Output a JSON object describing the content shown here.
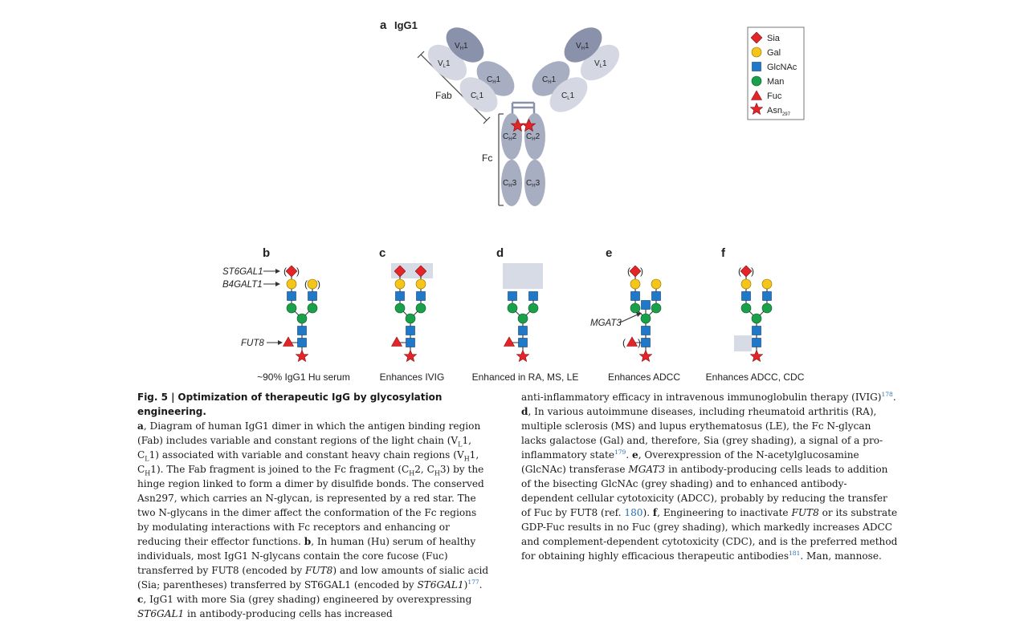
{
  "panel_a": {
    "letter": "a",
    "title": "IgG1",
    "domains": {
      "vh": "V",
      "vl": "V",
      "ch": "C",
      "cl": "C",
      "sub_h": "H",
      "sub_l": "L",
      "one": "1",
      "two": "2",
      "three": "3"
    },
    "labels": {
      "fab": "Fab",
      "fc": "Fc"
    }
  },
  "legend": {
    "sia": "Sia",
    "gal": "Gal",
    "glcnac": "GlcNAc",
    "man": "Man",
    "fuc": "Fuc",
    "asn": "Asn",
    "asn_sub": "297"
  },
  "colors": {
    "sia": "#e32428",
    "gal": "#f5c518",
    "glcnac": "#1f78c8",
    "man": "#1aa04a",
    "fuc": "#e32428",
    "domain_light": "#c3c7d6",
    "domain_dark": "#8a91aa",
    "shading": "#d6dbe5"
  },
  "panels": {
    "b": {
      "letter": "b",
      "caption": "~90% IgG1 Hu serum",
      "gene_st6": "ST6GAL1",
      "gene_b4": "B4GALT1",
      "gene_fut8": "FUT8"
    },
    "c": {
      "letter": "c",
      "caption": "Enhances IVIG"
    },
    "d": {
      "letter": "d",
      "caption": "Enhanced in RA, MS, LE"
    },
    "e": {
      "letter": "e",
      "caption": "Enhances ADCC",
      "gene_mgat3": "MGAT3"
    },
    "f": {
      "letter": "f",
      "caption": "Enhances ADCC, CDC"
    }
  },
  "caption": {
    "fig_label": "Fig. 5 |",
    "fig_title": "Optimization of therapeutic IgG by glycosylation engineering.",
    "a_letter": "a",
    "a_text": ", Diagram of human IgG1 dimer in which the antigen binding region (Fab) includes variable and constant regions of the light chain (V",
    "b_letter": "b",
    "c_letter": "c",
    "d_letter": "d",
    "e_letter": "e",
    "f_letter": "f",
    "ref_177": "177",
    "ref_178": "178",
    "ref_179": "179",
    "ref_180": "180",
    "ref_181": "181"
  }
}
